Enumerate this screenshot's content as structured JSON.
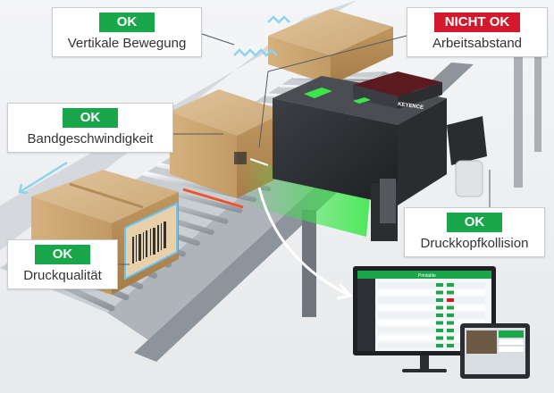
{
  "colors": {
    "ok": "#1aa64b",
    "not_ok": "#d2192d",
    "laser": "#f0552a",
    "sensor_beam": "#3ce64a",
    "motion": "#8fd3ee"
  },
  "callouts": {
    "vertical_movement": {
      "status": "OK",
      "label": "Vertikale Bewegung"
    },
    "working_distance": {
      "status": "NICHT OK",
      "label": "Arbeitsabstand"
    },
    "belt_speed": {
      "status": "OK",
      "label": "Bandgeschwindigkeit"
    },
    "print_quality": {
      "status": "OK",
      "label": "Druckqualität"
    },
    "printhead_collision": {
      "status": "OK",
      "label": "Druckkopfkollision"
    }
  },
  "printer": {
    "brand": "KEYENCE"
  },
  "monitor": {
    "app_title": "Printable"
  }
}
